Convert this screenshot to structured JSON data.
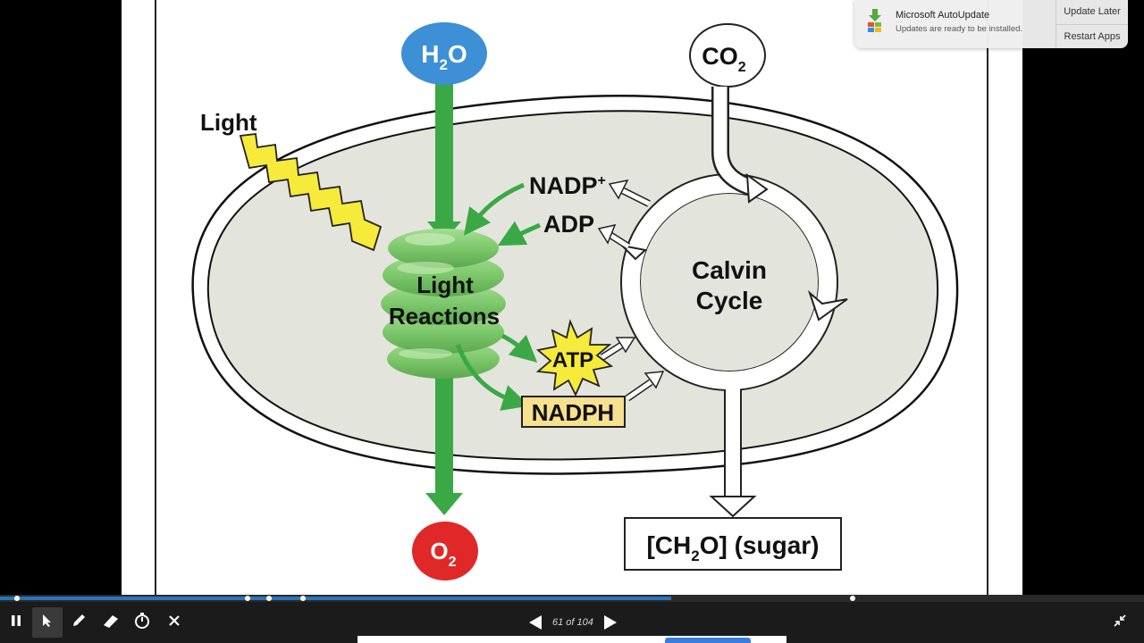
{
  "diagram": {
    "water": {
      "label": "H",
      "sub": "2",
      "tail": "O"
    },
    "carbon_dioxide": {
      "label": "CO",
      "sub": "2"
    },
    "oxygen": {
      "label": "O",
      "sub": "2"
    },
    "light_label": "Light",
    "light_reactions": [
      "Light",
      "Reactions"
    ],
    "calvin_cycle": [
      "Calvin",
      "Cycle"
    ],
    "nadp_plus": {
      "label": "NADP",
      "sup": "+"
    },
    "adp": "ADP",
    "atp": "ATP",
    "nadph": "NADPH",
    "sugar": {
      "pre": "[CH",
      "sub": "2",
      "post": "O] (sugar)"
    },
    "colors": {
      "water": "#3d8fd6",
      "oxygen": "#e02828",
      "arrow_green": "#3aa845",
      "thylakoid": "#7cc86b",
      "stroma": "#e3e4dc",
      "lightning": "#f6ea3a",
      "atp_burst": "#f6ea3a",
      "nadph_box": "#f7e08e"
    }
  },
  "notification": {
    "app": "Microsoft AutoUpdate",
    "message": "Updates are ready to be installed.",
    "button_later": "Update Later",
    "button_restart": "Restart Apps"
  },
  "toolbar": {
    "page_indicator": "61 of 104",
    "icons": [
      "pause-icon",
      "pointer-icon",
      "pen-icon",
      "highlighter-icon",
      "timer-icon",
      "close-icon",
      "minimize-icon"
    ]
  },
  "progress": {
    "fraction": 0.587
  }
}
